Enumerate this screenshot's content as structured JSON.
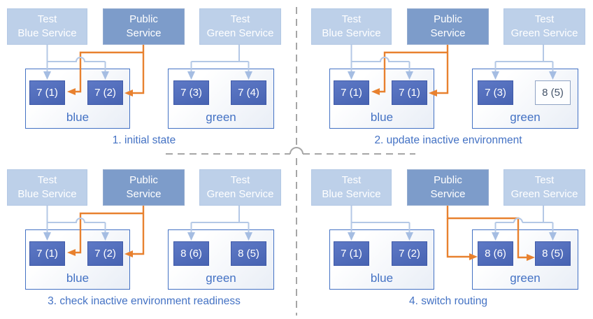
{
  "colors": {
    "accent_blue": "#4472C4",
    "route_orange": "#E8812F",
    "test_connector_blue": "#B4C8E6",
    "service_test_fill": "#BDD0E9",
    "service_public_fill": "#7D9CCA",
    "instance_fill": "#4C6AB8",
    "inactive_instance_border": "#8FA3C4",
    "inactive_instance_text": "#44546A",
    "divider_gray": "#A6A6A6"
  },
  "services": {
    "test_blue": {
      "line1": "Test",
      "line2": "Blue Service"
    },
    "public": {
      "line1": "Public",
      "line2": "Service"
    },
    "test_green": {
      "line1": "Test",
      "line2": "Green Service"
    }
  },
  "quadrants": [
    {
      "title": "1. initial state",
      "public_traffic_to": "blue",
      "blue": {
        "label": "blue",
        "instances": [
          {
            "v": "7 (1)",
            "active": true
          },
          {
            "v": "7 (2)",
            "active": true
          }
        ]
      },
      "green": {
        "label": "green",
        "instances": [
          {
            "v": "7 (3)",
            "active": true
          },
          {
            "v": "7 (4)",
            "active": true
          }
        ]
      }
    },
    {
      "title": "2. update inactive environment",
      "public_traffic_to": "blue",
      "blue": {
        "label": "blue",
        "instances": [
          {
            "v": "7 (1)",
            "active": true
          },
          {
            "v": "7 (1)",
            "active": true
          }
        ]
      },
      "green": {
        "label": "green",
        "instances": [
          {
            "v": "7 (3)",
            "active": true
          },
          {
            "v": "8 (5)",
            "active": false
          }
        ]
      }
    },
    {
      "title": "3. check inactive environment readiness",
      "public_traffic_to": "blue",
      "blue": {
        "label": "blue",
        "instances": [
          {
            "v": "7 (1)",
            "active": true
          },
          {
            "v": "7 (2)",
            "active": true
          }
        ]
      },
      "green": {
        "label": "green",
        "instances": [
          {
            "v": "8 (6)",
            "active": true
          },
          {
            "v": "8 (5)",
            "active": true
          }
        ]
      }
    },
    {
      "title": "4. switch routing",
      "public_traffic_to": "green",
      "blue": {
        "label": "blue",
        "instances": [
          {
            "v": "7 (1)",
            "active": true
          },
          {
            "v": "7 (2)",
            "active": true
          }
        ]
      },
      "green": {
        "label": "green",
        "instances": [
          {
            "v": "8 (6)",
            "active": true
          },
          {
            "v": "8 (5)",
            "active": true
          }
        ]
      }
    }
  ]
}
